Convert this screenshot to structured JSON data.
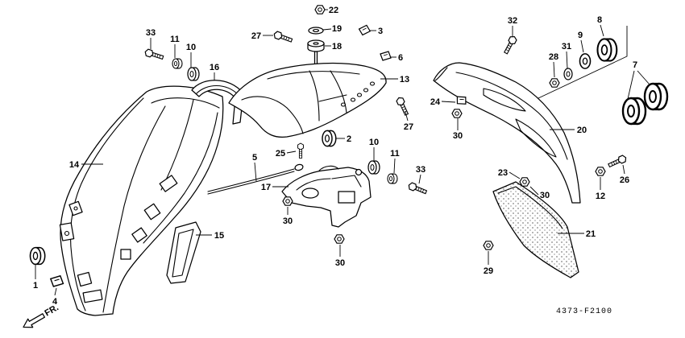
{
  "diagram": {
    "callouts": [
      "22",
      "19",
      "18",
      "3",
      "27",
      "33",
      "11",
      "10",
      "16",
      "6",
      "13",
      "32",
      "8",
      "9",
      "31",
      "28",
      "7",
      "24",
      "27",
      "30",
      "20",
      "2",
      "25",
      "10",
      "11",
      "33",
      "5",
      "14",
      "17",
      "30",
      "15",
      "23",
      "30",
      "12",
      "26",
      "21",
      "29",
      "30",
      "1",
      "4"
    ],
    "direction_label": "FR.",
    "figure_code": "4373-F2100"
  },
  "colors": {
    "line": "#000000",
    "background": "#ffffff"
  }
}
